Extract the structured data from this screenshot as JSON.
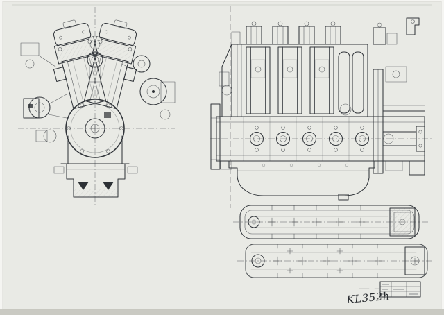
{
  "sheet": {
    "kind": "scanned engine technical drawing",
    "views": [
      {
        "id": "front-cross-section-view"
      },
      {
        "id": "side-elevation-view"
      },
      {
        "id": "valve-cover-plan-view"
      },
      {
        "id": "lower-plan-view"
      }
    ]
  },
  "annotation": {
    "text": "KL352h"
  },
  "colors": {
    "background": "#f5f5f2",
    "paper": "#e9eae5",
    "paper_edge": "#d6d7d1",
    "ink": "#33373c",
    "annotation_ink": "#26292d",
    "shadow": "#c2c2bb"
  }
}
